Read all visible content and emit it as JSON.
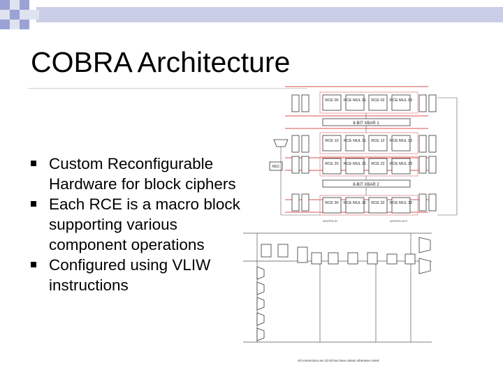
{
  "title": "COBRA Architecture",
  "bullets": [
    "Custom Reconfigurable Hardware for block ciphers",
    "Each RCE is a macro block supporting various component operations",
    "Configured using VLIW instructions"
  ],
  "arch": {
    "rce_rows": [
      [
        "RCE 00",
        "RCE MUL 01",
        "RCE 02",
        "RCE MUL 03"
      ],
      [
        "RCE 10",
        "RCE MUL 11",
        "RCE 12",
        "RCE MUL 13"
      ],
      [
        "RCE 20",
        "RCE MUL 21",
        "RCE 22",
        "RCE MUL 23"
      ],
      [
        "RCE 30",
        "RCE MUL 31",
        "RCE 32",
        "RCE MUL 33"
      ]
    ],
    "xbar1": "8-BIT XBAR 1",
    "xbar2": "8-BIT XBAR 2",
    "rec": "REC",
    "whiten_in": "WHITEN IN",
    "whiten_out": "WHITEN OUT",
    "footer": "All connections are 32-bit bus lines unless otherwise noted"
  },
  "colors": {
    "red": "#d9534f",
    "pink": "#e8a0a0",
    "line": "#555555"
  }
}
